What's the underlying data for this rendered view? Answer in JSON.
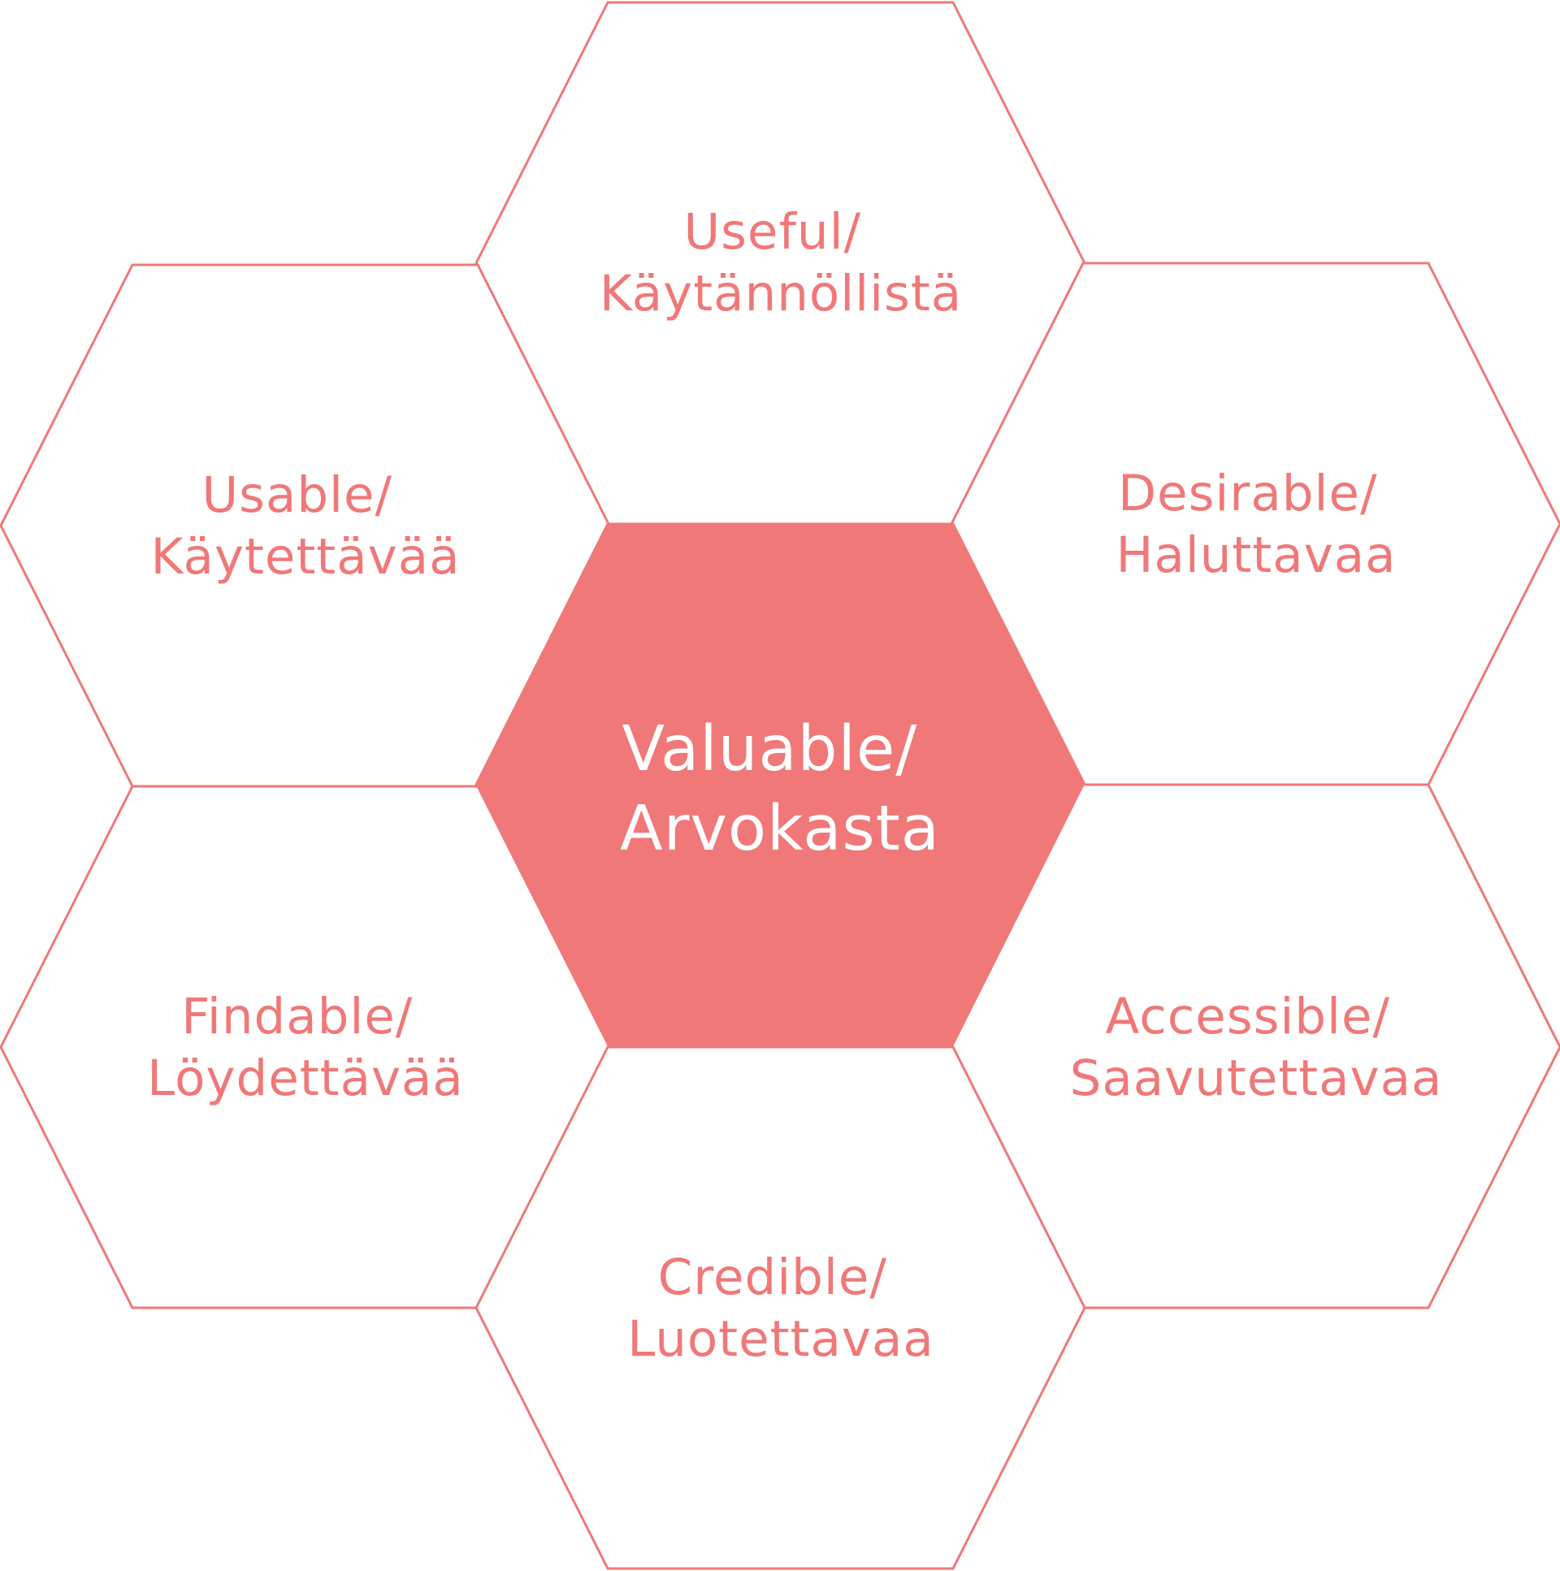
{
  "colors": {
    "accent": "#f07878",
    "center_fill": "#f07878",
    "center_text": "#ffffff",
    "background": "#ffffff"
  },
  "cells": {
    "center": {
      "line1": "Valuable/",
      "line2": "Arvokasta"
    },
    "top": {
      "line1": "Useful/",
      "line2": "Käytännöllistä"
    },
    "upper_left": {
      "line1": "Usable/",
      "line2": "Käytettävää"
    },
    "upper_right": {
      "line1": "Desirable/",
      "line2": "Haluttavaa"
    },
    "lower_left": {
      "line1": "Findable/",
      "line2": "Löydettävää"
    },
    "lower_right": {
      "line1": "Accessible/",
      "line2": "Saavutettavaa"
    },
    "bottom": {
      "line1": "Credible/",
      "line2": "Luotettavaa"
    }
  }
}
